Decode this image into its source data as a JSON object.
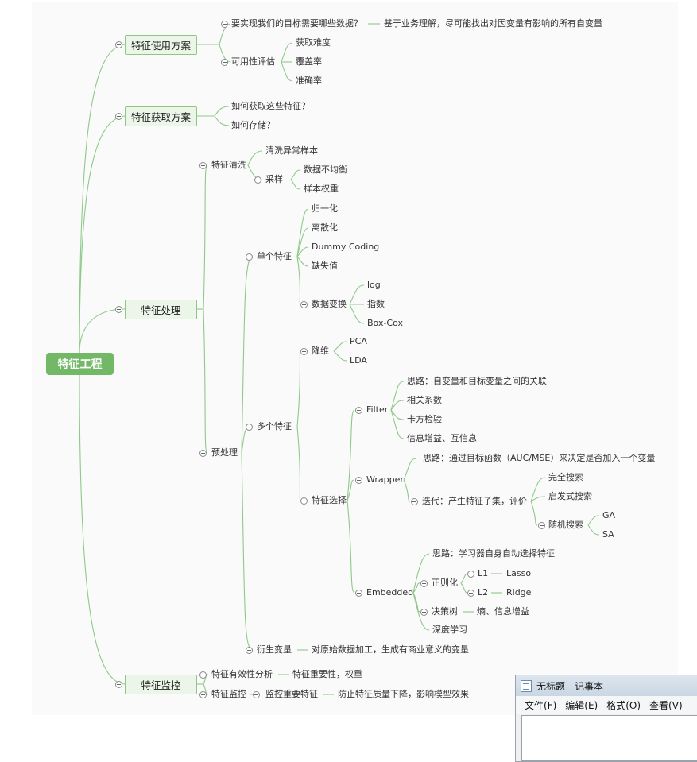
{
  "mindmap": {
    "root": "特征工程",
    "usage": {
      "title": "特征使用方案",
      "q1": "要实现我们的目标需要哪些数据？",
      "q1_answer": "基于业务理解，尽可能找出对因变量有影响的所有自变量",
      "feasibility": "可用性评估",
      "feasibility_items": [
        "获取难度",
        "覆盖率",
        "准确率"
      ]
    },
    "acquire": {
      "title": "特征获取方案",
      "items": [
        "如何获取这些特征？",
        "如何存储？"
      ]
    },
    "process": {
      "title": "特征处理",
      "clean": {
        "title": "特征清洗",
        "outlier": "清洗异常样本",
        "sampling": "采样",
        "sampling_items": [
          "数据不均衡",
          "样本权重"
        ]
      },
      "pre": {
        "title": "预处理",
        "single": {
          "title": "单个特征",
          "items": [
            "归一化",
            "离散化",
            "Dummy Coding",
            "缺失值"
          ],
          "transform": "数据变换",
          "transform_items": [
            "log",
            "指数",
            "Box-Cox"
          ]
        },
        "multi": {
          "title": "多个特征",
          "dimred": "降维",
          "dimred_items": [
            "PCA",
            "LDA"
          ],
          "selection": "特征选择",
          "filter": "Filter",
          "filter_items": [
            "思路：自变量和目标变量之间的关联",
            "相关系数",
            "卡方检验",
            "信息增益、互信息"
          ],
          "wrapper": "Wrapper",
          "wrapper_idea": "思路：通过目标函数（AUC/MSE）来决定是否加入一个变量",
          "wrapper_iter": "迭代：产生特征子集，评价",
          "wrapper_full": "完全搜索",
          "wrapper_heur": "启发式搜索",
          "wrapper_random": "随机搜索",
          "wrapper_random_items": [
            "GA",
            "SA"
          ],
          "embedded": "Embedded",
          "embedded_idea": "思路：学习器自身自动选择特征",
          "regularization": "正则化",
          "l1": "L1",
          "l1_method": "Lasso",
          "l2": "L2",
          "l2_method": "Ridge",
          "tree": "决策树",
          "tree_detail": "熵、信息增益",
          "deep": "深度学习"
        },
        "derived": "衍生变量",
        "derived_detail": "对原始数据加工，生成有商业意义的变量"
      }
    },
    "monitor": {
      "title": "特征监控",
      "effective": "特征有效性分析",
      "effective_detail": "特征重要性，权重",
      "monitor": "特征监控",
      "monitor_important": "监控重要特征",
      "monitor_detail": "防止特征质量下降，影响模型效果"
    }
  },
  "notepad": {
    "title": "无标题 - 记事本",
    "menu": [
      "文件(F)",
      "编辑(E)",
      "格式(O)",
      "查看(V)"
    ]
  },
  "colors": {
    "line": "#8fc98a",
    "root_fill": "#72b867",
    "box_fill": "#ecf6e8",
    "box_border": "#8dc883"
  }
}
